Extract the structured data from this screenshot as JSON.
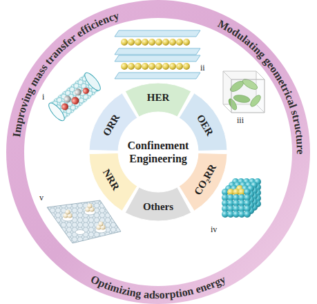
{
  "diagram": {
    "nodes": [
      {
        "text": [
          "Improving mass transfer efficiency",
          "Modulating geometrical structure",
          "Optimizing adsorption energy"
        ]
      },
      {
        "text": [
          "Confinement Engineering"
        ]
      },
      {
        "text": [
          "HER"
        ]
      },
      {
        "text": [
          "OER"
        ]
      },
      {
        "text": [
          "CO₂RR"
        ]
      },
      {
        "text": [
          "Others"
        ]
      },
      {
        "text": [
          "NRR"
        ]
      },
      {
        "text": [
          "ORR"
        ]
      }
    ],
    "labels": [
      "i",
      "ii",
      "iii",
      "iv",
      "v"
    ]
  }
}
